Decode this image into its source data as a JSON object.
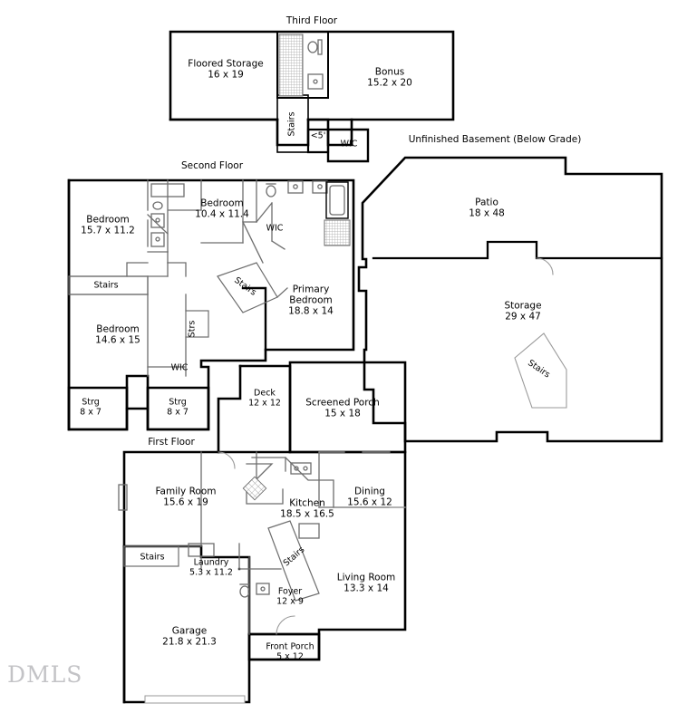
{
  "document": {
    "type": "real-estate-floor-plan",
    "watermark": "DMLS"
  },
  "colors": {
    "wall_exterior": "#000000",
    "wall_interior": "#6d6d6d",
    "fixture": "#6d6d6d",
    "background": "#ffffff",
    "watermark": "#b9b9bd"
  },
  "floors": [
    {
      "id": "third-floor",
      "title": "Third Floor",
      "rooms": [
        {
          "name": "Floored Storage",
          "dimensions": "16 x 19"
        },
        {
          "name": "Bonus",
          "dimensions": "15.2 x 20"
        },
        {
          "name": "Stairs",
          "dimensions": ""
        },
        {
          "name": "<5'",
          "dimensions": ""
        },
        {
          "name": "WIC",
          "dimensions": ""
        }
      ]
    },
    {
      "id": "second-floor",
      "title": "Second Floor",
      "rooms": [
        {
          "name": "Bedroom",
          "dimensions": "15.7 x 11.2"
        },
        {
          "name": "Bedroom",
          "dimensions": "10.4 x 11.4"
        },
        {
          "name": "Bedroom",
          "dimensions": "14.6 x 15"
        },
        {
          "name": "Primary Bedroom",
          "dimensions": "18.8 x 14"
        },
        {
          "name": "WIC",
          "dimensions": ""
        },
        {
          "name": "WIC",
          "dimensions": ""
        },
        {
          "name": "Stairs",
          "dimensions": ""
        },
        {
          "name": "Stairs",
          "dimensions": ""
        },
        {
          "name": "Strs",
          "dimensions": ""
        },
        {
          "name": "Strg",
          "dimensions": "8 x 7"
        },
        {
          "name": "Strg",
          "dimensions": "8 x 7"
        }
      ]
    },
    {
      "id": "first-floor",
      "title": "First Floor",
      "rooms": [
        {
          "name": "Deck",
          "dimensions": "12 x 12"
        },
        {
          "name": "Screened Porch",
          "dimensions": "15 x 18"
        },
        {
          "name": "Family Room",
          "dimensions": "15.6 x 19"
        },
        {
          "name": "Kitchen",
          "dimensions": "18.5 x 16.5"
        },
        {
          "name": "Dining",
          "dimensions": "15.6 x 12"
        },
        {
          "name": "Living Room",
          "dimensions": "13.3 x 14"
        },
        {
          "name": "Laundry",
          "dimensions": "5.3 x 11.2"
        },
        {
          "name": "Foyer",
          "dimensions": "12 x 9"
        },
        {
          "name": "Garage",
          "dimensions": "21.8 x 21.3"
        },
        {
          "name": "Front Porch",
          "dimensions": "5 x 12"
        },
        {
          "name": "Stairs",
          "dimensions": ""
        },
        {
          "name": "Stairs",
          "dimensions": ""
        }
      ]
    },
    {
      "id": "basement",
      "title": "Unfinished Basement (Below Grade)",
      "rooms": [
        {
          "name": "Patio",
          "dimensions": "18 x 48"
        },
        {
          "name": "Storage",
          "dimensions": "29 x 47"
        },
        {
          "name": "Stairs",
          "dimensions": ""
        }
      ]
    }
  ],
  "labels": {
    "third_floor_title": "Third Floor",
    "second_floor_title": "Second Floor",
    "first_floor_title": "First Floor",
    "basement_title": "Unfinished Basement (Below Grade)",
    "tf_floored_storage_name": "Floored Storage",
    "tf_floored_storage_dim": "16 x 19",
    "tf_bonus_name": "Bonus",
    "tf_bonus_dim": "15.2 x 20",
    "tf_stairs": "Stairs",
    "tf_under5": "<5'",
    "tf_wic": "WIC",
    "sf_bedroom1_name": "Bedroom",
    "sf_bedroom1_dim": "15.7 x 11.2",
    "sf_bedroom2_name": "Bedroom",
    "sf_bedroom2_dim": "10.4 x 11.4",
    "sf_bedroom3_name": "Bedroom",
    "sf_bedroom3_dim": "14.6 x 15",
    "sf_primary_name_1": "Primary",
    "sf_primary_name_2": "Bedroom",
    "sf_primary_dim": "18.8 x 14",
    "sf_wic_top": "WIC",
    "sf_wic_bottom": "WIC",
    "sf_stairs_left": "Stairs",
    "sf_stairs_diag": "Stairs",
    "sf_strs": "Strs",
    "sf_strg_left_name": "Strg",
    "sf_strg_left_dim": "8 x 7",
    "sf_strg_right_name": "Strg",
    "sf_strg_right_dim": "8 x 7",
    "ff_deck_name": "Deck",
    "ff_deck_dim": "12 x 12",
    "ff_porch_name": "Screened Porch",
    "ff_porch_dim": "15 x 18",
    "ff_family_name": "Family Room",
    "ff_family_dim": "15.6 x 19",
    "ff_kitchen_name": "Kitchen",
    "ff_kitchen_dim": "18.5 x 16.5",
    "ff_dining_name": "Dining",
    "ff_dining_dim": "15.6 x 12",
    "ff_living_name": "Living Room",
    "ff_living_dim": "13.3 x 14",
    "ff_laundry_name": "Laundry",
    "ff_laundry_dim": "5.3 x 11.2",
    "ff_foyer_name": "Foyer",
    "ff_foyer_dim": "12 x 9",
    "ff_garage_name": "Garage",
    "ff_garage_dim": "21.8 x 21.3",
    "ff_front_porch_name": "Front Porch",
    "ff_front_porch_dim": "5 x 12",
    "ff_stairs_left": "Stairs",
    "ff_stairs_diag": "Stairs",
    "bs_patio_name": "Patio",
    "bs_patio_dim": "18 x 48",
    "bs_storage_name": "Storage",
    "bs_storage_dim": "29 x 47",
    "bs_stairs": "Stairs",
    "watermark": "DMLS"
  }
}
